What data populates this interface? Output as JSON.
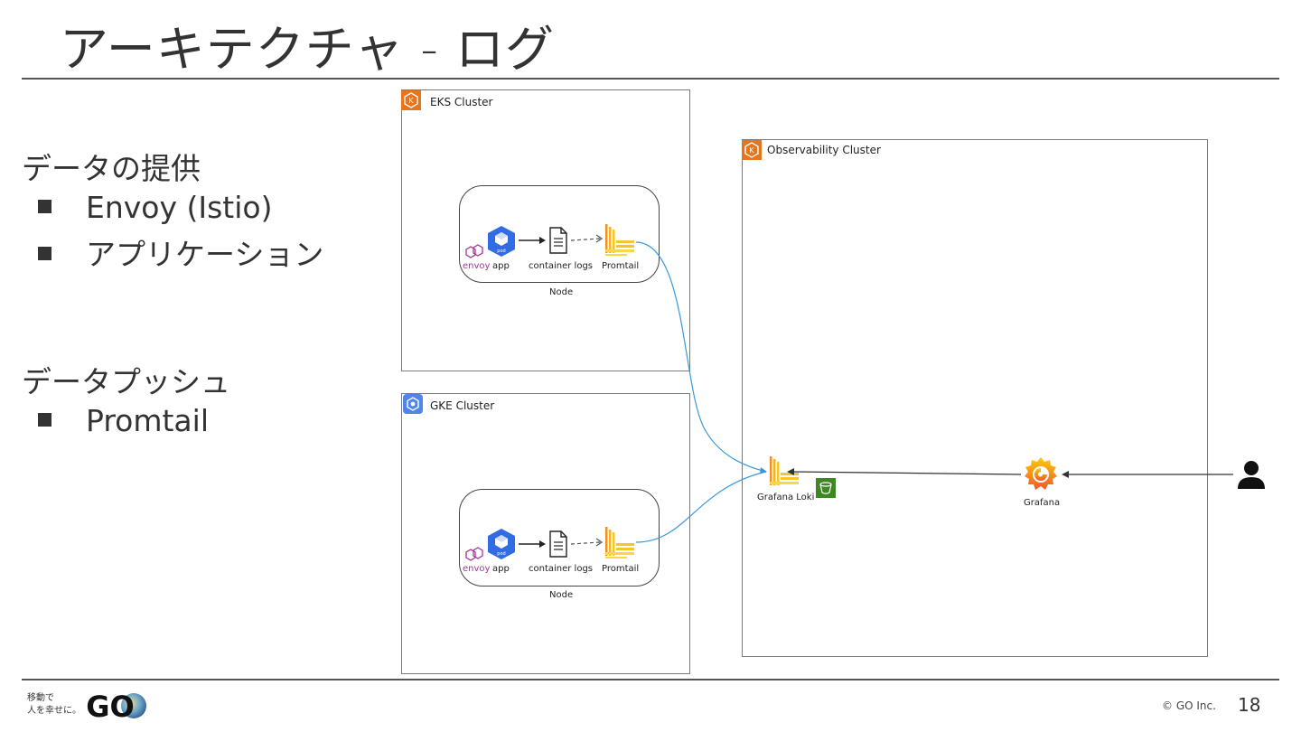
{
  "slide": {
    "title": "アーキテクチャ - ログ",
    "page_number": "18",
    "copyright": "© GO Inc.",
    "logo_text_line1": "移動で",
    "logo_text_line2": "人を幸せに。",
    "logo_mark": "GO"
  },
  "left_text": {
    "section1_heading": "データの提供",
    "section1_items": [
      "Envoy (Istio)",
      "アプリケーション"
    ],
    "section2_heading": "データプッシュ",
    "section2_items": [
      "Promtail"
    ]
  },
  "diagram": {
    "eks_cluster": {
      "label": "EKS Cluster",
      "node_label": "Node",
      "envoy_label": "envoy",
      "app_label": "app",
      "pod_label": "pod",
      "logs_label": "container logs",
      "promtail_label": "Promtail"
    },
    "gke_cluster": {
      "label": "GKE Cluster",
      "node_label": "Node",
      "envoy_label": "envoy",
      "app_label": "app",
      "pod_label": "pod",
      "logs_label": "container logs",
      "promtail_label": "Promtail"
    },
    "observability_cluster": {
      "label": "Observability Cluster",
      "loki_label": "Grafana Loki",
      "grafana_label": "Grafana"
    }
  },
  "colors": {
    "aws_orange": "#e8741c",
    "gcp_blue": "#4f86ec",
    "pod_blue": "#326ce5",
    "promtail_yellow": "#f5c629",
    "grafana_orange": "#f05a28",
    "s3_green": "#3f8624",
    "connector_blue": "#3a9ad9"
  }
}
